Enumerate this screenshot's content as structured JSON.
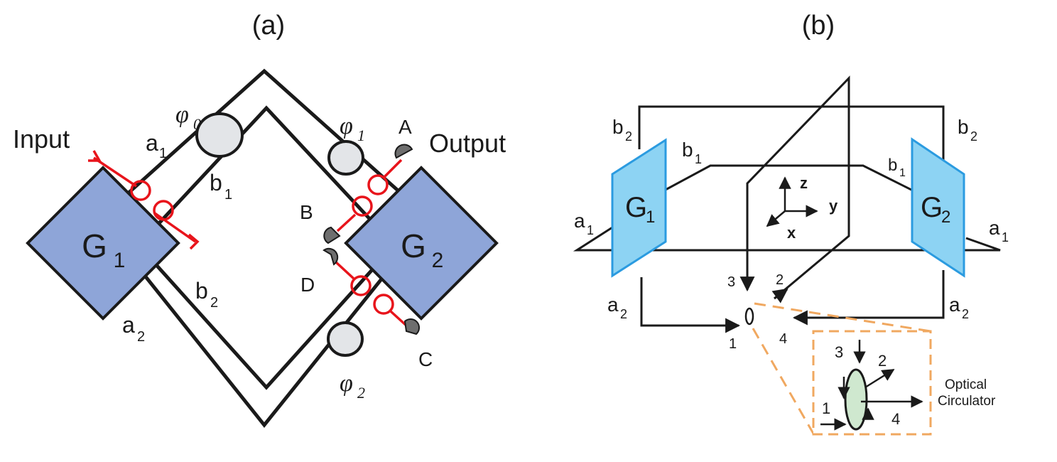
{
  "panel_a": {
    "title": "(a)",
    "input_label": "Input",
    "output_label": "Output",
    "box_g1": {
      "main": "G",
      "sub": "1"
    },
    "box_g2": {
      "main": "G",
      "sub": "2"
    },
    "phase0": {
      "main": "φ",
      "sub": "0"
    },
    "phase1": {
      "main": "φ",
      "sub": "1"
    },
    "phase2": {
      "main": "φ",
      "sub": "2"
    },
    "a1": {
      "main": "a",
      "sub": "1"
    },
    "a2": {
      "main": "a",
      "sub": "2"
    },
    "b1": {
      "main": "b",
      "sub": "1"
    },
    "b2": {
      "main": "b",
      "sub": "2"
    },
    "det_A": "A",
    "det_B": "B",
    "det_C": "C",
    "det_D": "D"
  },
  "panel_b": {
    "title": "(b)",
    "box_g1": {
      "main": "G",
      "sub": "1"
    },
    "box_g2": {
      "main": "G",
      "sub": "2"
    },
    "a1_left": {
      "main": "a",
      "sub": "1"
    },
    "a1_right": {
      "main": "a",
      "sub": "1"
    },
    "a2_left": {
      "main": "a",
      "sub": "2"
    },
    "a2_right": {
      "main": "a",
      "sub": "2"
    },
    "b1_left": {
      "main": "b",
      "sub": "1"
    },
    "b1_right": {
      "main": "b",
      "sub": "1"
    },
    "b2_left": {
      "main": "b",
      "sub": "2"
    },
    "b2_right": {
      "main": "b",
      "sub": "2"
    },
    "axis_x": "x",
    "axis_y": "y",
    "axis_z": "z",
    "port1": "1",
    "port2": "2",
    "port3": "3",
    "port4": "4",
    "inset_port1": "1",
    "inset_port2": "2",
    "inset_port3": "3",
    "inset_port4": "4",
    "circulator_line1": "Optical",
    "circulator_line2": "Circulator"
  },
  "colors": {
    "line": "#1a1a1a",
    "box_a": "#8ea5d8",
    "box_b": "#8dd3f3",
    "box_b_edge": "#2b9be0",
    "red": "#e8141b",
    "phase_fill": "#e3e5e8",
    "detector": "#6e6e6e",
    "inset_dash": "#f0a860",
    "circulator_fill": "#cfe8cf"
  }
}
